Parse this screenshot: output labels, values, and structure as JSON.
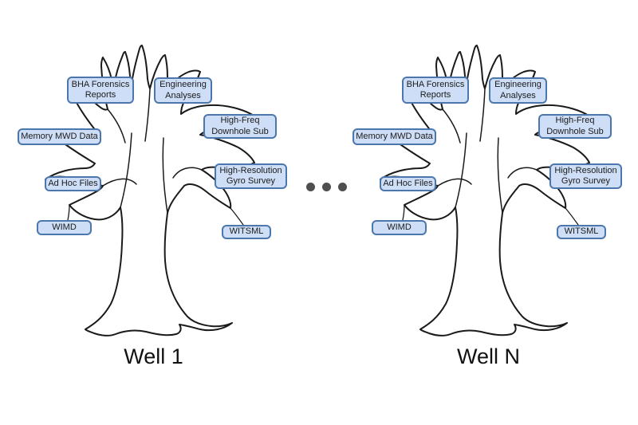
{
  "wells": [
    {
      "label": "Well 1"
    },
    {
      "label": "Well N"
    }
  ],
  "boxes": {
    "bha": "BHA Forensics\nReports",
    "eng": "Engineering\nAnalyses",
    "mwd": "Memory MWD Data",
    "hf": "High-Freq\nDownhole Sub",
    "adhoc": "Ad Hoc Files",
    "hires": "High-Resolution\nGyro Survey",
    "wimd": "WIMD",
    "witsml": "WITSML"
  },
  "ellipsis_dots": 3,
  "colors": {
    "box_fill": "#cddef6",
    "box_border": "#4c77ad",
    "tree_outline": "#1a1a1a",
    "dot_color": "#4f4f4f",
    "text": "#1c1c1c"
  }
}
